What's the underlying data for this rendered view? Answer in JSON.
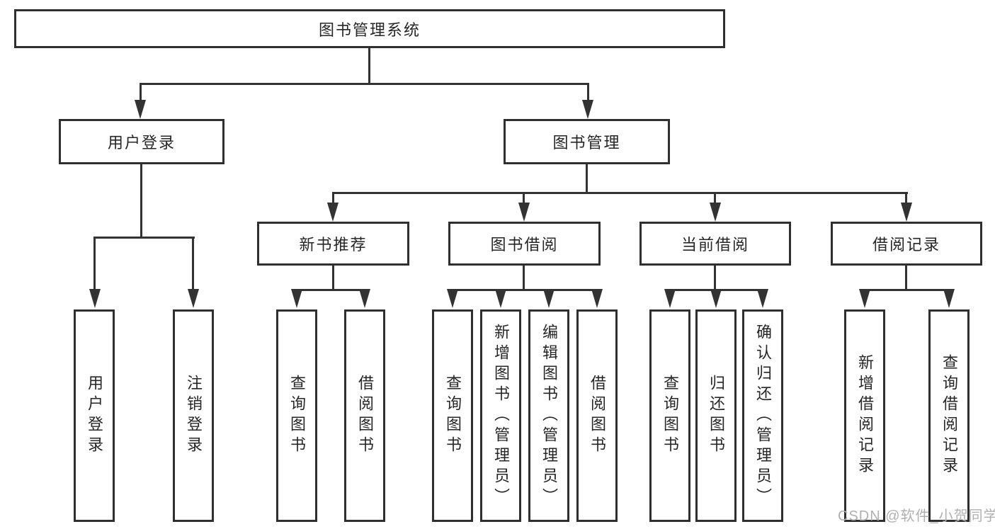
{
  "diagram": {
    "root": {
      "label": "图书管理系统"
    },
    "level2": [
      {
        "label": "用户登录"
      },
      {
        "label": "图书管理"
      }
    ],
    "level3": [
      {
        "label": "新书推荐"
      },
      {
        "label": "图书借阅"
      },
      {
        "label": "当前借阅"
      },
      {
        "label": "借阅记录"
      }
    ],
    "leaves": {
      "user_login": [
        "用户登录",
        "注销登录"
      ],
      "new_book": [
        "查询图书",
        "借阅图书"
      ],
      "book_borrow": [
        "查询图书",
        "新增图书（管理员）",
        "编辑图书（管理员）",
        "借阅图书"
      ],
      "current_borrow": [
        "查询图书",
        "归还图书",
        "确认归还（管理员）"
      ],
      "borrow_record": [
        "新增借阅记录",
        "查询借阅记录"
      ]
    }
  },
  "watermark": {
    "text": "CSDN @软件_小贺同学"
  },
  "colors": {
    "line": "#333333",
    "border": "#2f2f2f",
    "text": "#262626",
    "background": "#ffffff",
    "watermark": "#b0b0b0"
  }
}
